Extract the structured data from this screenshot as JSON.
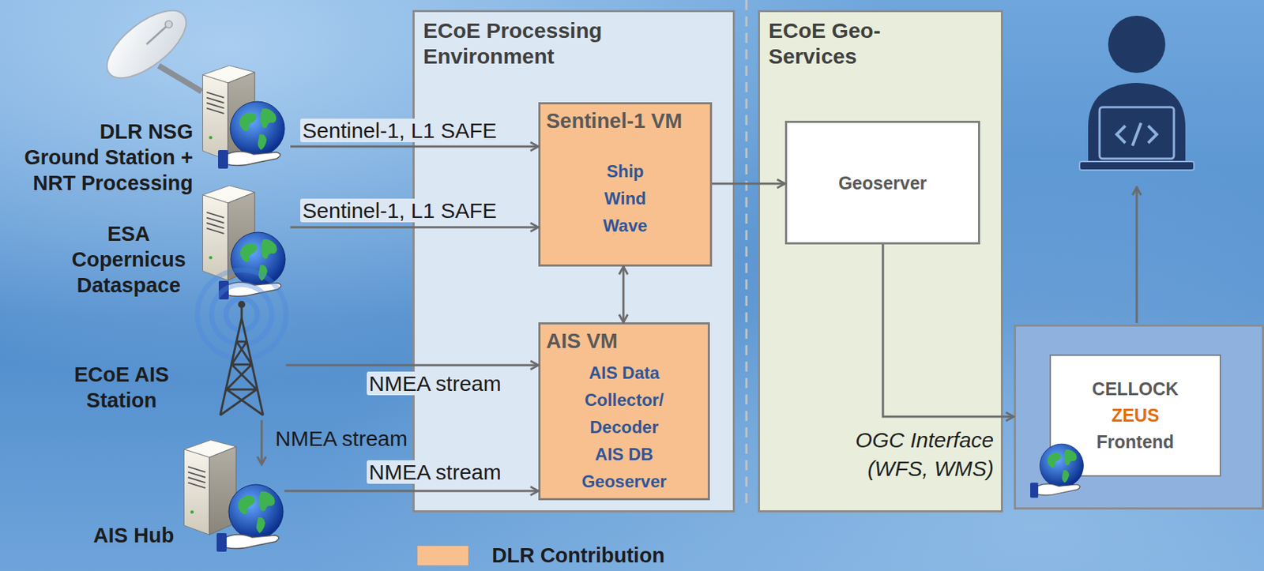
{
  "diagram": {
    "nodes": [
      {
        "text": [
          "DLR NSG Ground Station + NRT Processing"
        ]
      },
      {
        "text": [
          "ESA Copernicus Dataspace"
        ]
      },
      {
        "text": [
          "ECoE AIS Station"
        ]
      },
      {
        "text": [
          "AIS Hub"
        ]
      },
      {
        "text": [
          "ECoE Processing Environment"
        ]
      },
      {
        "text": [
          "Sentinel-1 VM",
          "Ship Wind Wave"
        ],
        "in": 4
      },
      {
        "text": [
          "AIS VM",
          "AIS Data Collector/ Decoder AIS DB Geoserver"
        ],
        "in": 4
      },
      {
        "text": [
          "ECoE Geo-Services"
        ]
      },
      {
        "text": [
          "Geoserver"
        ],
        "in": 7
      },
      {
        "text": [
          "CELLOCK",
          "ZEUS",
          "Frontend"
        ]
      }
    ],
    "edges": [
      {
        "from": 0,
        "to": 5,
        "label": "Sentinel-1, L1 SAFE",
        "arrow": "to"
      },
      {
        "from": 1,
        "to": 5,
        "label": "Sentinel-1, L1 SAFE",
        "arrow": "to"
      },
      {
        "from": 2,
        "to": 6,
        "label": "NMEA stream",
        "arrow": "to"
      },
      {
        "from": 2,
        "to": 3,
        "label": "NMEA stream",
        "arrow": "to"
      },
      {
        "from": 3,
        "to": 6,
        "label": "NMEA stream",
        "arrow": "to"
      },
      {
        "from": 5,
        "to": 6,
        "arrow": "both"
      },
      {
        "from": 5,
        "to": 8,
        "arrow": "to"
      },
      {
        "from": 8,
        "to": 9,
        "label": "OGC Interface (WFS, WMS)",
        "arrow": "to"
      }
    ],
    "legend": [
      {
        "text": "DLR Contribution",
        "color": "#f8c08f"
      }
    ]
  }
}
